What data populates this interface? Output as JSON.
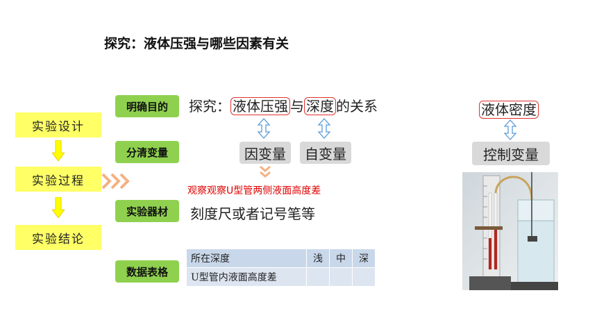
{
  "title": "探究：液体压强与哪些因素有关",
  "steps": [
    "实验设计",
    "实验过程",
    "实验结论"
  ],
  "labels": {
    "purpose": "明确目的",
    "variables": "分清变量",
    "equipment": "实验器材",
    "table": "数据表格"
  },
  "purpose": {
    "prefix": "探究：",
    "term1": "液体压强",
    "mid": "与",
    "term2": "深度",
    "suffix": "的关系"
  },
  "variables": {
    "dependent": "因变量",
    "independent": "自变量",
    "observe": "观察观察U型管两侧液面高度差"
  },
  "equipment": "刻度尺或者记号笔等",
  "table": {
    "header": [
      "所在深度",
      "浅",
      "中",
      "深"
    ],
    "row_label": "U型管内液面高度差"
  },
  "right": {
    "factor": "液体密度",
    "control": "控制变量"
  },
  "colors": {
    "step_bg": "#ffff66",
    "arrow": "#ffff00",
    "green_label": "#8fd14f",
    "highlight": "#e23030",
    "chevron": "#f4b183"
  }
}
